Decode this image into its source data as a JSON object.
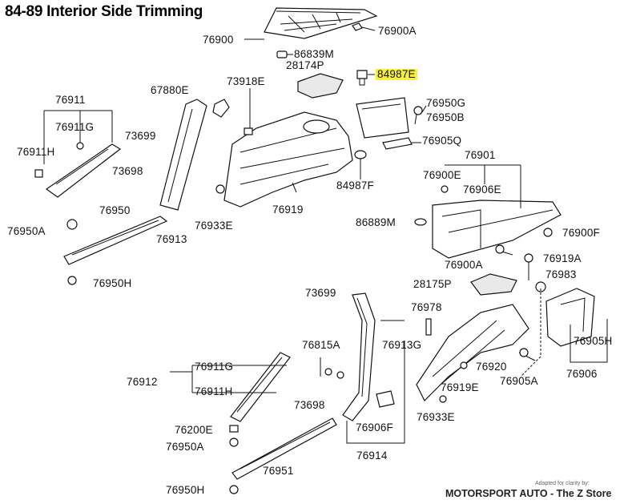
{
  "title": "84-89 Interior Side Trimming",
  "credit": {
    "small": "Adapted for clarity by:",
    "main": "MOTORSPORT AUTO - The Z Store"
  },
  "colors": {
    "highlight": "#f7ef3a",
    "line": "#111111"
  },
  "labels": {
    "l76900": "76900",
    "l76900A_top": "76900A",
    "l86839M": "86839M",
    "l28174P": "28174P",
    "l84987E": "84987E",
    "l67880E": "67880E",
    "l73918E": "73918E",
    "l76950G": "76950G",
    "l76950B": "76950B",
    "l76905Q": "76905Q",
    "l76911": "76911",
    "l76911G_top": "76911G",
    "l76911H_top": "76911H",
    "l73698_top": "73698",
    "l73699_top": "73699",
    "l84987F": "84987F",
    "l76901": "76901",
    "l76900E": "76900E",
    "l76906E": "76906E",
    "l86889M": "86889M",
    "l76900F": "76900F",
    "l76919": "76919",
    "l76933E": "76933E",
    "l76950": "76950",
    "l76950A_top": "76950A",
    "l76913_top": "76913",
    "l76950H_top": "76950H",
    "l76900A_mid": "76900A",
    "l76919A": "76919A",
    "l76983": "76983",
    "l28175P": "28175P",
    "l73699_bot": "73699",
    "l76978": "76978",
    "l76913G": "76913G",
    "l76815A": "76815A",
    "l76905H": "76905H",
    "l76911G_bot": "76911G",
    "l76912": "76912",
    "l76911H_bot": "76911H",
    "l76920": "76920",
    "l76905A": "76905A",
    "l76919E": "76919E",
    "l73698_bot": "73698",
    "l76906": "76906",
    "l76933E_bot": "76933E",
    "l76906F": "76906F",
    "l76200E": "76200E",
    "l76950A_bot": "76950A",
    "l76914": "76914",
    "l76951": "76951",
    "l76950H_bot": "76950H"
  }
}
